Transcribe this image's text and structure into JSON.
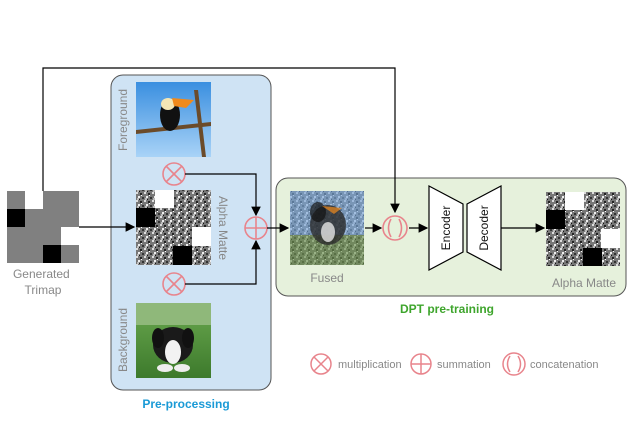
{
  "labels": {
    "generated_trimap": [
      "Generated",
      "Trimap"
    ],
    "foreground": "Foreground",
    "alpha_matte_vertical": "Alpha Matte",
    "background": "Background",
    "fused": "Fused",
    "encoder": "Encoder",
    "decoder": "Decoder",
    "alpha_matte_output": "Alpha Matte"
  },
  "panels": {
    "preprocessing": {
      "title": "Pre-processing",
      "title_color": "#1a9ad6"
    },
    "dpt_pretraining": {
      "title": "DPT pre-training",
      "title_color": "#3ea52c"
    }
  },
  "legend": {
    "multiplication": "multiplication",
    "summation": "summation",
    "concatenation": "concatenation"
  },
  "colors": {
    "operator_pink": "#e8848c",
    "preprocessing_fill": "#cfe3f4",
    "dpt_fill": "#e6f1dc"
  }
}
